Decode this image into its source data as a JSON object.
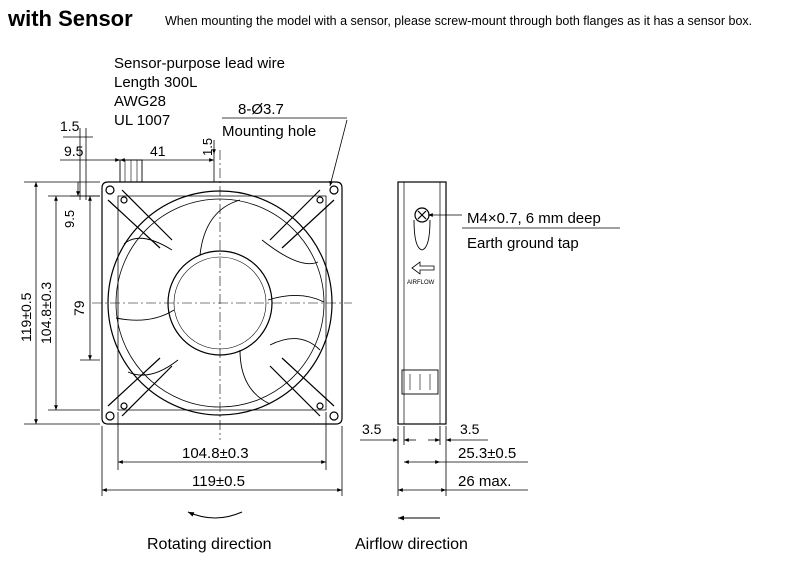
{
  "header": {
    "title": "with Sensor",
    "note": "When mounting the model with a sensor, please screw-mount through both flanges as it has a sensor box."
  },
  "lead_wire": {
    "line1": "Sensor-purpose lead wire",
    "line2": "Length 300L",
    "line3": "AWG28",
    "line4": "UL 1007"
  },
  "mounting": {
    "holes": "8-Ø3.7",
    "label": "Mounting hole"
  },
  "earth": {
    "spec": "M4×0.7, 6 mm deep",
    "label": "Earth ground tap"
  },
  "dims": {
    "d_1_5_top": "1.5",
    "d_9_5_top": "9.5",
    "d_41": "41",
    "d_1_5_vert": "1.5",
    "d_9_5_vert": "9.5",
    "d_119_v": "119±0.5",
    "d_104_v": "104.8±0.3",
    "d_79": "79",
    "d_104_h": "104.8±0.3",
    "d_119_h": "119±0.5",
    "d_3_5_left": "3.5",
    "d_3_5_right": "3.5",
    "d_25_3": "25.3±0.5",
    "d_26": "26 max."
  },
  "side_mark": "AIRFLOW",
  "legend": {
    "rotating": "Rotating direction",
    "airflow": "Airflow direction"
  }
}
